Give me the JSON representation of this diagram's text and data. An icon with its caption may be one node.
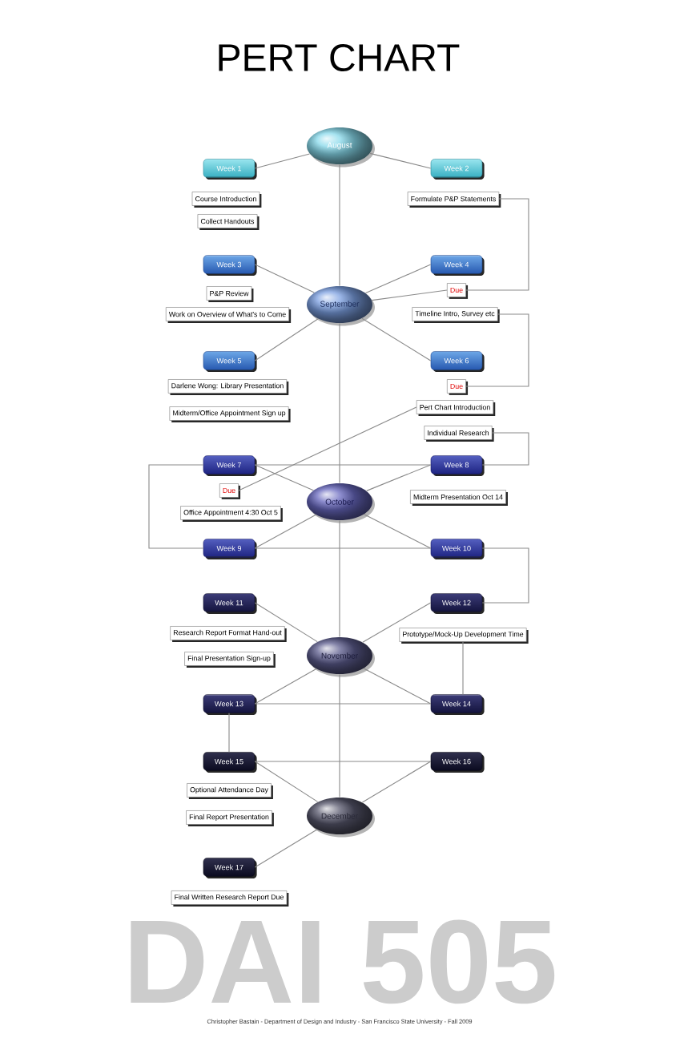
{
  "diagram": {
    "title": "PERT CHART",
    "nodes": [
      {
        "text": [
          "August"
        ]
      },
      {
        "text": [
          "Week 1"
        ]
      },
      {
        "text": [
          "Week 2"
        ]
      },
      {
        "text": [
          "Course Introduction"
        ]
      },
      {
        "text": [
          "Formulate P&P Statements"
        ]
      },
      {
        "text": [
          "Collect Handouts"
        ]
      },
      {
        "text": [
          "Week 3"
        ]
      },
      {
        "text": [
          "Week 4"
        ]
      },
      {
        "text": [
          "P&P Review"
        ]
      },
      {
        "text": [
          "Due"
        ]
      },
      {
        "text": [
          "September"
        ]
      },
      {
        "text": [
          "Work on Overview of What's to Come"
        ]
      },
      {
        "text": [
          "Timeline Intro, Survey etc"
        ]
      },
      {
        "text": [
          "Week 5"
        ]
      },
      {
        "text": [
          "Week 6"
        ]
      },
      {
        "text": [
          "Due"
        ]
      },
      {
        "text": [
          "Darlene Wong: Library Presentation"
        ]
      },
      {
        "text": [
          "Pert Chart Introduction"
        ]
      },
      {
        "text": [
          "Midterm/Office Appointment Sign up"
        ]
      },
      {
        "text": [
          "Individual Research"
        ]
      },
      {
        "text": [
          "Week 7"
        ]
      },
      {
        "text": [
          "Week 8"
        ]
      },
      {
        "text": [
          "Due"
        ]
      },
      {
        "text": [
          "Midterm Presentation Oct 14"
        ]
      },
      {
        "text": [
          "October"
        ]
      },
      {
        "text": [
          "Office Appointment 4:30 Oct 5"
        ]
      },
      {
        "text": [
          "Week 9"
        ]
      },
      {
        "text": [
          "Week 10"
        ]
      },
      {
        "text": [
          "Week 11"
        ]
      },
      {
        "text": [
          "Week 12"
        ]
      },
      {
        "text": [
          "Research Report Format Hand-out"
        ]
      },
      {
        "text": [
          "Prototype/Mock-Up Development Time"
        ]
      },
      {
        "text": [
          "November"
        ]
      },
      {
        "text": [
          "Final Presentation Sign-up"
        ]
      },
      {
        "text": [
          "Week 13"
        ]
      },
      {
        "text": [
          "Week 14"
        ]
      },
      {
        "text": [
          "Week 15"
        ]
      },
      {
        "text": [
          "Week 16"
        ]
      },
      {
        "text": [
          "Optional Attendance Day"
        ]
      },
      {
        "text": [
          "December"
        ]
      },
      {
        "text": [
          "Final Report Presentation"
        ]
      },
      {
        "text": [
          "Week 17"
        ]
      },
      {
        "text": [
          "Final Written Research Report Due"
        ]
      }
    ],
    "edges": [
      {
        "from": 0,
        "to": 10,
        "arrow": "none"
      },
      {
        "from": 10,
        "to": 24,
        "arrow": "none"
      },
      {
        "from": 24,
        "to": 32,
        "arrow": "none"
      },
      {
        "from": 32,
        "to": 39,
        "arrow": "none"
      },
      {
        "from": 0,
        "to": 1,
        "arrow": "none"
      },
      {
        "from": 0,
        "to": 2,
        "arrow": "none"
      },
      {
        "from": 10,
        "to": 6,
        "arrow": "none"
      },
      {
        "from": 10,
        "to": 7,
        "arrow": "none"
      },
      {
        "from": 10,
        "to": 9,
        "arrow": "none"
      },
      {
        "from": 10,
        "to": 13,
        "arrow": "none"
      },
      {
        "from": 10,
        "to": 14,
        "arrow": "none"
      },
      {
        "from": 4,
        "to": 9,
        "arrow": "none"
      },
      {
        "from": 12,
        "to": 15,
        "arrow": "none"
      },
      {
        "from": 17,
        "to": 22,
        "arrow": "none"
      },
      {
        "from": 19,
        "to": 21,
        "arrow": "none"
      },
      {
        "from": 24,
        "to": 20,
        "arrow": "none"
      },
      {
        "from": 24,
        "to": 21,
        "arrow": "none"
      },
      {
        "from": 24,
        "to": 26,
        "arrow": "none"
      },
      {
        "from": 24,
        "to": 27,
        "arrow": "none"
      },
      {
        "from": 20,
        "to": 21,
        "arrow": "none"
      },
      {
        "from": 20,
        "to": 26,
        "arrow": "none"
      },
      {
        "from": 26,
        "to": 27,
        "arrow": "none"
      },
      {
        "from": 27,
        "to": 29,
        "arrow": "none"
      },
      {
        "from": 32,
        "to": 28,
        "arrow": "none"
      },
      {
        "from": 32,
        "to": 29,
        "arrow": "none"
      },
      {
        "from": 32,
        "to": 34,
        "arrow": "none"
      },
      {
        "from": 32,
        "to": 35,
        "arrow": "none"
      },
      {
        "from": 34,
        "to": 35,
        "arrow": "none"
      },
      {
        "from": 31,
        "to": 35,
        "arrow": "none"
      },
      {
        "from": 34,
        "to": 36,
        "arrow": "none"
      },
      {
        "from": 36,
        "to": 37,
        "arrow": "none"
      },
      {
        "from": 39,
        "to": 36,
        "arrow": "none"
      },
      {
        "from": 39,
        "to": 37,
        "arrow": "none"
      },
      {
        "from": 39,
        "to": 41,
        "arrow": "none"
      }
    ],
    "labels": [
      "DAI 505",
      "Christopher Bastain - Department of Design and Industry - San Francisco State University - Fall 2009"
    ]
  }
}
